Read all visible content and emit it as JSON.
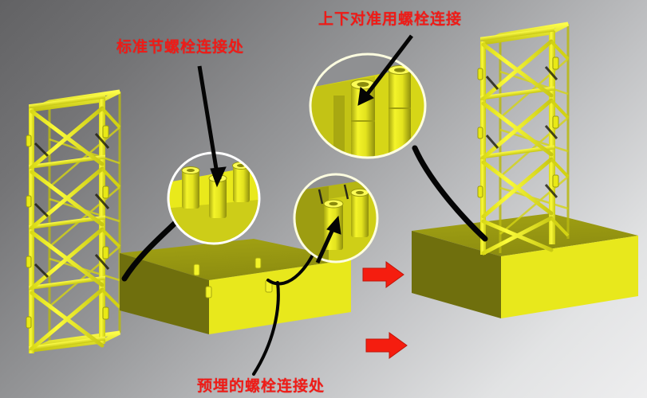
{
  "figure": {
    "title_alt": "塔式起重机标准节螺栓连接示意图",
    "background": {
      "type": "diagonal-gradient",
      "from_color": "#626264",
      "to_color": "#eeeeef"
    }
  },
  "annotations": {
    "standard_section_bolt": {
      "text": "标准节螺栓连接处",
      "color": "#ef1b17"
    },
    "alignment_bolt": {
      "text": "上下对准用螺栓连接",
      "color": "#ef1b17"
    },
    "embedded_bolt": {
      "text": "预埋的螺栓连接处",
      "color": "#ef1b17"
    }
  },
  "objects": {
    "mast_left": {
      "name": "标准节",
      "color_main": "#f2f21a",
      "color_shade": "#c9c915"
    },
    "mast_right": {
      "name": "标准节",
      "color_main": "#f2f21a",
      "color_shade": "#c9c915"
    },
    "foundation_left": {
      "name": "基础",
      "top_color": "#9a9a12",
      "front_color": "#e8e81c",
      "side_color": "#6f6f0d"
    },
    "foundation_right": {
      "name": "基础",
      "top_color": "#9a9a12",
      "front_color": "#e8e81c",
      "side_color": "#6f6f0d"
    },
    "callouts": [
      {
        "id": "callout-standard",
        "shape": "circle",
        "outline_color": "#ffffff",
        "content": "标准节底部螺栓"
      },
      {
        "id": "callout-align",
        "shape": "ellipse",
        "outline_color": "#fdfde0",
        "content": "上下对准螺栓"
      },
      {
        "id": "callout-embed",
        "shape": "ellipse",
        "outline_color": "#fdfde0",
        "content": "预埋螺栓"
      }
    ],
    "assembly_arrows": [
      {
        "id": "arrow-top",
        "direction": "right",
        "color": "#ef1b17"
      },
      {
        "id": "arrow-bottom",
        "direction": "right",
        "color": "#ef1b17"
      }
    ]
  }
}
